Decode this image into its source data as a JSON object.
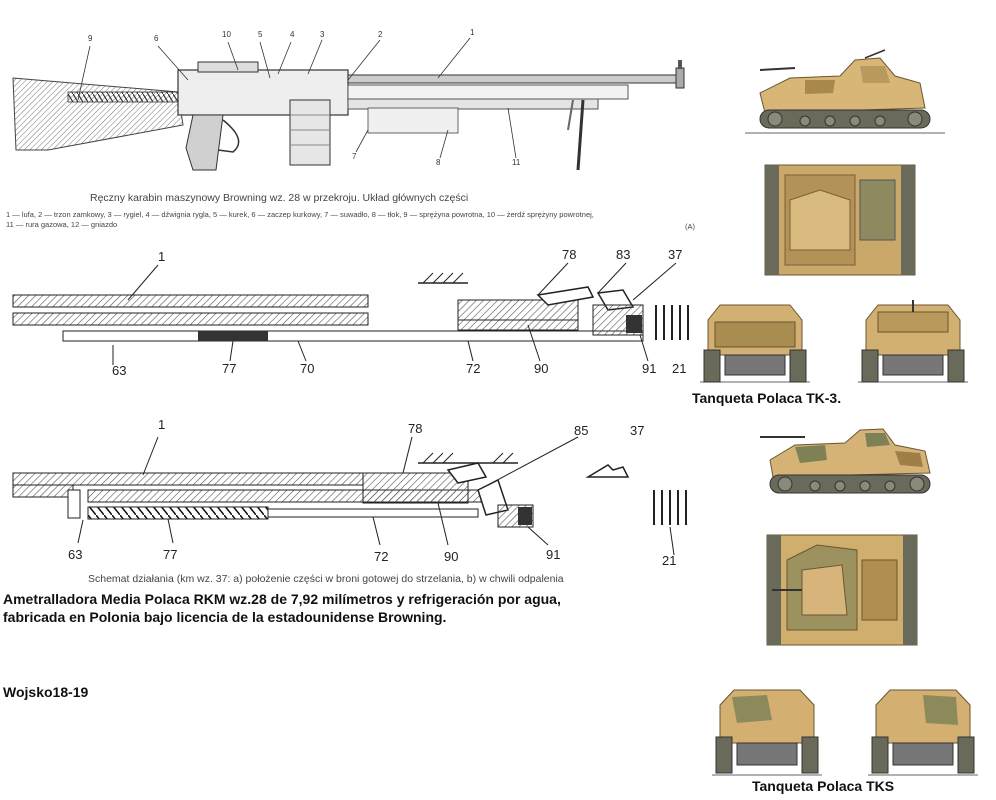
{
  "figure1": {
    "caption": "Ręczny karabin maszynowy Browning wz. 28 w przekroju. Układ głównych części",
    "legend_line1": "1 — lufa, 2 — trzon zamkowy, 3 — rygiel, 4 — dźwignia rygla, 5 — kurek, 6 — zaczep kurkowy, 7 — suwadło, 8 — tłok, 9 — sprężyna powrotna, 10 — żerdź sprężyny powrotnej,",
    "legend_line2": "11 — rura gazowa, 12 — gniazdo",
    "legend_mark": "(A)",
    "part_numbers": {
      "n1": "1",
      "n2": "2",
      "n3": "3",
      "n4": "4",
      "n5": "5",
      "n6": "6",
      "n9": "9",
      "n10": "10",
      "n7": "7",
      "n8": "8",
      "n11": "11"
    }
  },
  "figure2": {
    "labels": {
      "l1": "1",
      "l78": "78",
      "l83": "83",
      "l37": "37",
      "l63": "63",
      "l77": "77",
      "l70": "70",
      "l72": "72",
      "l90": "90",
      "l91": "91",
      "l21": "21"
    }
  },
  "figure3": {
    "labels": {
      "l1": "1",
      "l78": "78",
      "l85": "85",
      "l37": "37",
      "l63": "63",
      "l77": "77",
      "l72": "72",
      "l90": "90",
      "l91": "91",
      "l21": "21"
    },
    "caption": "Schemat działania (km wz. 37: a) położenie części w broni gotowej do strzelania, b) w chwili odpalenia"
  },
  "description": {
    "line1": "Ametralladora Media Polaca RKM wz.28 de 7,92 milímetros y refrigeración por agua,",
    "line2": "fabricada en Polonia bajo licencia de la estadounidense Browning."
  },
  "source": "Wojsko18-19",
  "tanks": {
    "tk3_label": "Tanqueta Polaca TK-3.",
    "tks_label": "Tanqueta Polaca TKS"
  },
  "colors": {
    "sand": "#d9b97a",
    "dark_sand": "#b48a4a",
    "green": "#8a8a55",
    "track": "#555555"
  }
}
